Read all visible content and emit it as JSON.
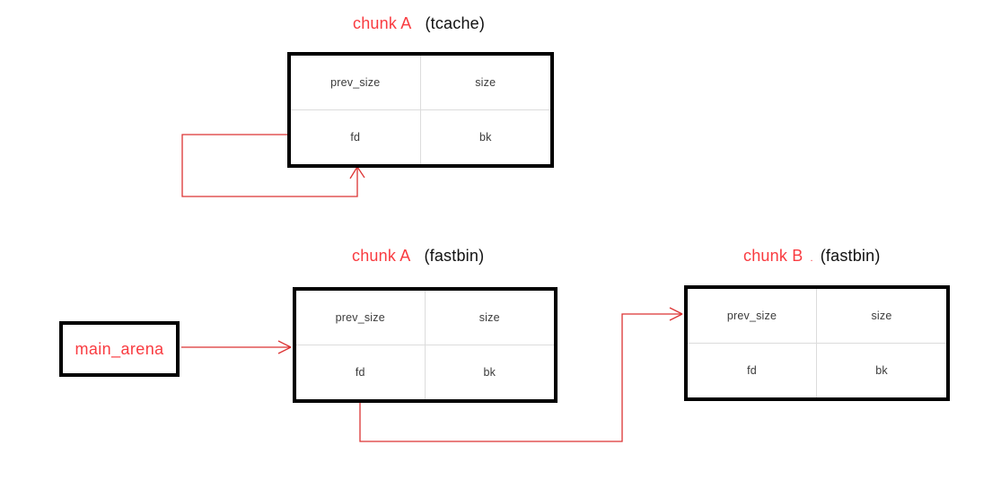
{
  "colors": {
    "background": "#ffffff",
    "red_text": "#f93b40",
    "arrow": "#dc3333",
    "box_border": "#000000",
    "cell_divider": "#dcdcdc",
    "cell_text": "#3b3b3b",
    "black_text": "#111111"
  },
  "tcache_section": {
    "title": {
      "chunk_name": "chunk A",
      "bin_type": "(tcache)"
    },
    "chunk_a_cells": [
      "prev_size",
      "size",
      "fd",
      "bk"
    ]
  },
  "fastbin_section": {
    "chunk_a_title": {
      "chunk_name": "chunk A",
      "bin_type": "(fastbin)"
    },
    "chunk_b_title": {
      "chunk_name": "chunk B",
      "separator": ".",
      "bin_type": "(fastbin)"
    },
    "main_arena_label": "main_arena",
    "chunk_a_cells": [
      "prev_size",
      "size",
      "fd",
      "bk"
    ],
    "chunk_b_cells": [
      "prev_size",
      "size",
      "fd",
      "bk"
    ]
  }
}
